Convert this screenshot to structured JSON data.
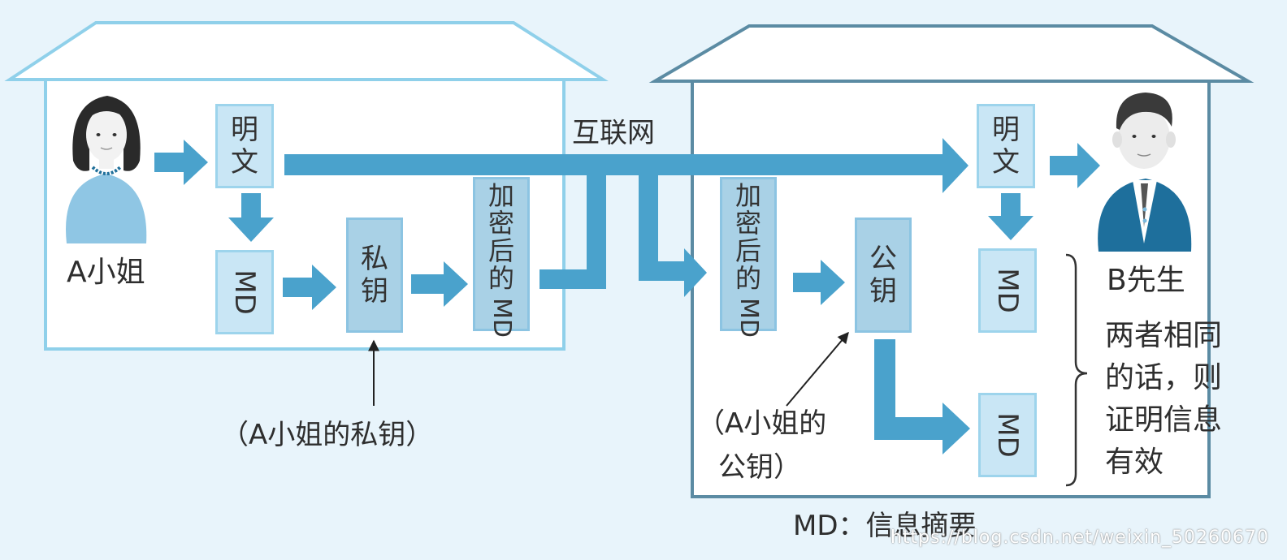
{
  "internet_label": "互联网",
  "legend": "MD：信息摘要",
  "watermark": "https://blog.csdn.net/weixin_50260670",
  "house_a": {
    "person_label": "A小姐",
    "plaintext": "明文",
    "digest": "MD",
    "private_key": "私钥",
    "encrypted_md_line1": "加密后的",
    "encrypted_md_line2": "MD",
    "private_key_note": "（A小姐的私钥）"
  },
  "house_b": {
    "person_label": "B先生",
    "plaintext": "明文",
    "digest_top": "MD",
    "encrypted_md_line1": "加密后的",
    "encrypted_md_line2": "MD",
    "public_key": "公钥",
    "digest_bottom": "MD",
    "public_key_note_line1": "（A小姐的",
    "public_key_note_line2": "公钥）",
    "conclusion_lines": [
      "两者相同",
      "的话，则",
      "证明信息",
      "有效"
    ]
  },
  "colors": {
    "arrow": "#4aa2cc",
    "house_a_outline": "#8fd0ea",
    "house_b_outline": "#5b8ba3",
    "box_light": "#c9e6f5",
    "box_mid": "#a9d1e6",
    "background": "#e8f4fb"
  },
  "icons": [
    "woman-avatar-icon",
    "man-avatar-icon"
  ]
}
